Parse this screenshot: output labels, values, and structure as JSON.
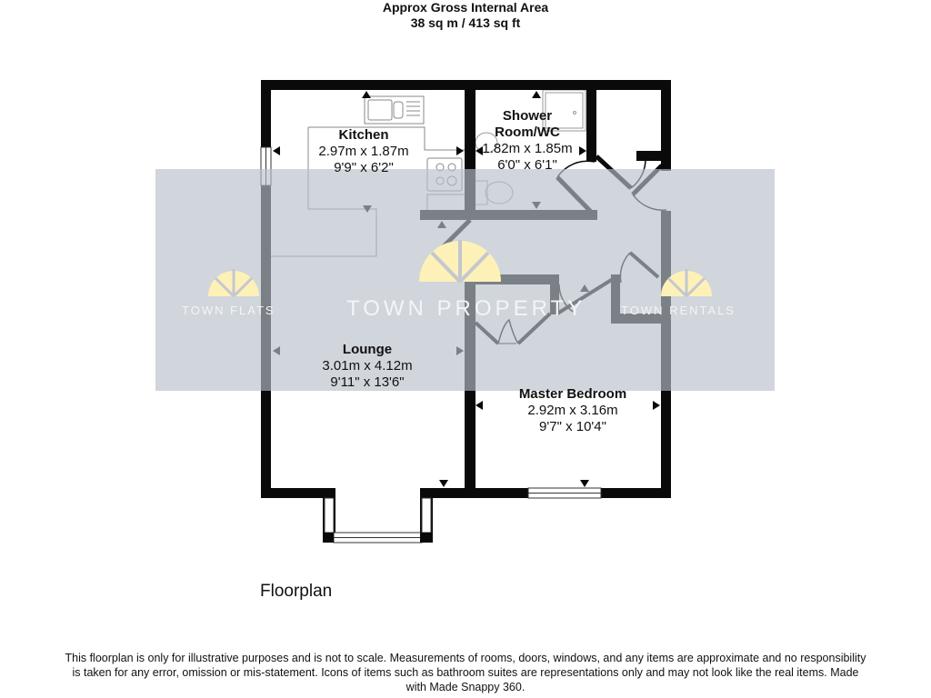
{
  "header": {
    "title": "Approx Gross Internal Area",
    "area": "38 sq m / 413 sq ft"
  },
  "rooms": {
    "kitchen": {
      "name": "Kitchen",
      "metric": "2.97m x 1.87m",
      "imperial": "9'9\" x 6'2\""
    },
    "shower": {
      "name_line1": "Shower",
      "name_line2": "Room/WC",
      "metric": "1.82m x 1.85m",
      "imperial": "6'0\" x 6'1\""
    },
    "lounge": {
      "name": "Lounge",
      "metric": "3.01m x 4.12m",
      "imperial": "9'11\" x 13'6\""
    },
    "bedroom": {
      "name": "Master Bedroom",
      "metric": "2.92m x 3.16m",
      "imperial": "9'7\" x 10'4\""
    }
  },
  "watermarks": {
    "left": "TOWN FLATS",
    "center": "TOWN PROPERTY",
    "right": "TOWN RENTALS",
    "logo_color": "#fdf1b8"
  },
  "caption": "Floorplan",
  "disclaimer": "This floorplan is only for illustrative purposes and is not to scale. Measurements of rooms, doors, windows, and any items are approximate and no responsibility is taken for any error, omission or mis-statement. Icons of items such as bathroom suites are representations only and may not look like the real items. Made with Made Snappy 360.",
  "colors": {
    "wall": "#0a0a0a",
    "banner": "#c3c7d0",
    "fixture": "#9a9a9a"
  }
}
